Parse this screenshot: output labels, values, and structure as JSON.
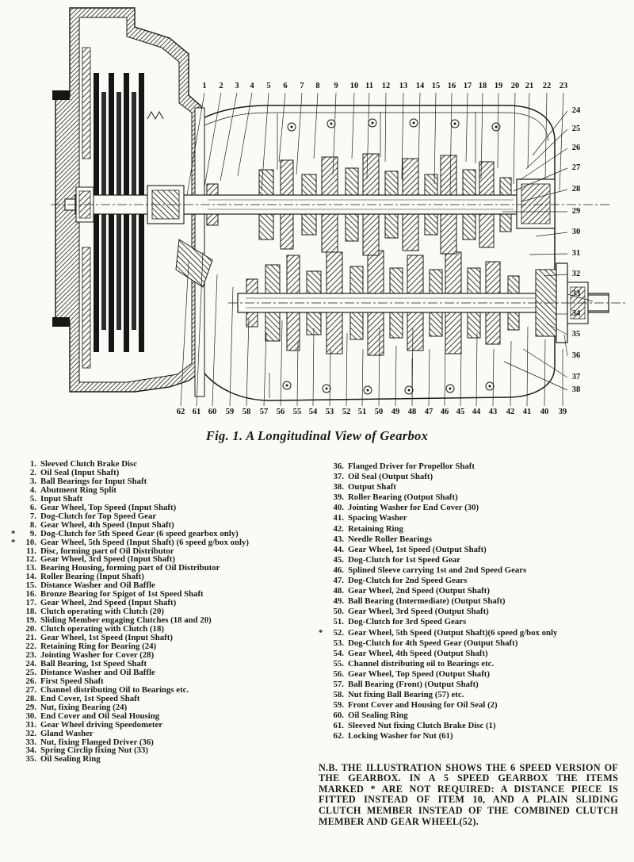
{
  "page": {
    "background": "#fbfaf6",
    "ink": "#1a1a1a"
  },
  "figure": {
    "caption": "Fig. 1. A Longitudinal View of Gearbox"
  },
  "callouts": {
    "top": [
      "1",
      "2",
      "3",
      "4",
      "5",
      "6",
      "7",
      "8",
      "9",
      "10",
      "11",
      "12",
      "13",
      "14",
      "15",
      "16",
      "17",
      "18",
      "19",
      "20",
      "21",
      "22",
      "23"
    ],
    "right": [
      "24",
      "25",
      "26",
      "27",
      "28",
      "29",
      "30",
      "31",
      "32",
      "33",
      "34",
      "35",
      "36",
      "37",
      "38"
    ],
    "bottom": [
      "62",
      "61",
      "60",
      "59",
      "58",
      "57",
      "56",
      "55",
      "54",
      "53",
      "52",
      "51",
      "50",
      "49",
      "48",
      "47",
      "46",
      "45",
      "44",
      "43",
      "42",
      "41",
      "40",
      "39"
    ]
  },
  "parts_list": {
    "left": [
      {
        "star": "",
        "num": "1.",
        "label": "Sleeved Clutch Brake Disc"
      },
      {
        "star": "",
        "num": "2.",
        "label": "Oil Seal (Input Shaft)"
      },
      {
        "star": "",
        "num": "3.",
        "label": "Ball Bearings for Input Shaft"
      },
      {
        "star": "",
        "num": "4.",
        "label": "Abutment Ring Split"
      },
      {
        "star": "",
        "num": "5.",
        "label": "Input Shaft"
      },
      {
        "star": "",
        "num": "6.",
        "label": "Gear Wheel, Top Speed (Input Shaft)"
      },
      {
        "star": "",
        "num": "7.",
        "label": "Dog-Clutch for Top Speed Gear"
      },
      {
        "star": "",
        "num": "8.",
        "label": "Gear Wheel, 4th Speed (Input Shaft)"
      },
      {
        "star": "*",
        "num": "9.",
        "label": "Dog-Clutch for 5th Speed Gear (6 speed gearbox only)"
      },
      {
        "star": "*",
        "num": "10.",
        "label": "Gear Wheel, 5th Speed (Input Shaft) (6 speed g/box only)"
      },
      {
        "star": "",
        "num": "11.",
        "label": "Disc, forming part of Oil Distributor"
      },
      {
        "star": "",
        "num": "12.",
        "label": "Gear Wheel, 3rd Speed (Input Shaft)"
      },
      {
        "star": "",
        "num": "13.",
        "label": "Bearing Housing, forming part of Oil Distributor"
      },
      {
        "star": "",
        "num": "14.",
        "label": "Roller Bearing (Input Shaft)"
      },
      {
        "star": "",
        "num": "15.",
        "label": "Distance Washer and Oil Baffle"
      },
      {
        "star": "",
        "num": "16.",
        "label": "Bronze Bearing for Spigot of 1st Speed Shaft"
      },
      {
        "star": "",
        "num": "17.",
        "label": "Gear Wheel, 2nd Speed (Input Shaft)"
      },
      {
        "star": "",
        "num": "18.",
        "label": "Clutch operating with Clutch (20)"
      },
      {
        "star": "",
        "num": "19.",
        "label": "Sliding Member engaging Clutches (18 and 20)"
      },
      {
        "star": "",
        "num": "20.",
        "label": "Clutch operating with Clutch (18)"
      },
      {
        "star": "",
        "num": "21.",
        "label": "Gear Wheel, 1st Speed (Input Shaft)"
      },
      {
        "star": "",
        "num": "22.",
        "label": "Retaining Ring for Bearing (24)"
      },
      {
        "star": "",
        "num": "23.",
        "label": "Jointing Washer for Cover (28)"
      },
      {
        "star": "",
        "num": "24.",
        "label": "Ball Bearing, 1st Speed Shaft"
      },
      {
        "star": "",
        "num": "25.",
        "label": "Distance Washer and Oil Baffle"
      },
      {
        "star": "",
        "num": "26.",
        "label": "First Speed Shaft"
      },
      {
        "star": "",
        "num": "27.",
        "label": "Channel distributing Oil to Bearings etc."
      },
      {
        "star": "",
        "num": "28.",
        "label": "End Cover, 1st Speed Shaft"
      },
      {
        "star": "",
        "num": "29.",
        "label": "Nut, fixing Bearing (24)"
      },
      {
        "star": "",
        "num": "30.",
        "label": "End Cover and Oil Seal Housing"
      },
      {
        "star": "",
        "num": "31.",
        "label": "Gear Wheel driving Speedometer"
      },
      {
        "star": "",
        "num": "32.",
        "label": "Gland Washer"
      },
      {
        "star": "",
        "num": "33.",
        "label": "Nut, fixing Flanged Driver (36)"
      },
      {
        "star": "",
        "num": "34.",
        "label": "Spring Circlip fixing Nut (33)"
      },
      {
        "star": "",
        "num": "35.",
        "label": "Oil Sealing Ring"
      }
    ],
    "right": [
      {
        "star": "",
        "num": "36.",
        "label": "Flanged Driver for Propellor Shaft"
      },
      {
        "star": "",
        "num": "37.",
        "label": "Oil Seal (Output Shaft)"
      },
      {
        "star": "",
        "num": "38.",
        "label": "Output Shaft"
      },
      {
        "star": "",
        "num": "39.",
        "label": "Roller Bearing (Output Shaft)"
      },
      {
        "star": "",
        "num": "40.",
        "label": "Jointing Washer for End Cover (30)"
      },
      {
        "star": "",
        "num": "41.",
        "label": "Spacing Washer"
      },
      {
        "star": "",
        "num": "42.",
        "label": "Retaining Ring"
      },
      {
        "star": "",
        "num": "43.",
        "label": "Needle Roller Bearings"
      },
      {
        "star": "",
        "num": "44.",
        "label": "Gear Wheel, 1st Speed (Output Shaft)"
      },
      {
        "star": "",
        "num": "45.",
        "label": "Dog-Clutch for 1st Speed Gear"
      },
      {
        "star": "",
        "num": "46.",
        "label": "Splined Sleeve carrying 1st and 2nd Speed Gears"
      },
      {
        "star": "",
        "num": "47.",
        "label": "Dog-Clutch for 2nd Speed Gears"
      },
      {
        "star": "",
        "num": "48.",
        "label": "Gear Wheel, 2nd Speed (Output Shaft)"
      },
      {
        "star": "",
        "num": "49.",
        "label": "Ball Bearing (Intermediate) (Output Shaft)"
      },
      {
        "star": "",
        "num": "50.",
        "label": "Gear Wheel, 3rd Speed (Output Shaft)"
      },
      {
        "star": "",
        "num": "51.",
        "label": "Dog-Clutch for 3rd Speed Gears"
      },
      {
        "star": "*",
        "num": "52.",
        "label": "Gear Wheel, 5th Speed (Output Shaft)(6 speed g/box only"
      },
      {
        "star": "",
        "num": "53.",
        "label": "Dog-Clutch for 4th Speed Gear (Output Shaft)"
      },
      {
        "star": "",
        "num": "54.",
        "label": "Gear Wheel, 4th Speed (Output Shaft)"
      },
      {
        "star": "",
        "num": "55.",
        "label": "Channel distributing oil to Bearings etc."
      },
      {
        "star": "",
        "num": "56.",
        "label": "Gear Wheel, Top Speed (Output Shaft)"
      },
      {
        "star": "",
        "num": "57.",
        "label": "Ball Bearing (Front) (Output Shaft)"
      },
      {
        "star": "",
        "num": "58.",
        "label": "Nut fixing Ball Bearing (57) etc."
      },
      {
        "star": "",
        "num": "59.",
        "label": "Front Cover and Housing for Oil Seal (2)"
      },
      {
        "star": "",
        "num": "60.",
        "label": "Oil Sealing Ring"
      },
      {
        "star": "",
        "num": "61.",
        "label": "Sleeved Nut fixing Clutch Brake Disc (1)"
      },
      {
        "star": "",
        "num": "62.",
        "label": "Locking Washer for Nut (61)"
      }
    ]
  },
  "note": {
    "text": "N.B. THE ILLUSTRATION SHOWS THE 6 SPEED VERSION OF THE GEARBOX. IN A 5 SPEED GEARBOX THE ITEMS MARKED * ARE NOT REQUIRED: A DISTANCE PIECE IS FITTED INSTEAD OF ITEM 10, AND A PLAIN SLIDING CLUTCH MEMBER INSTEAD OF THE COMBINED CLUTCH MEMBER AND GEAR WHEEL(52)."
  }
}
